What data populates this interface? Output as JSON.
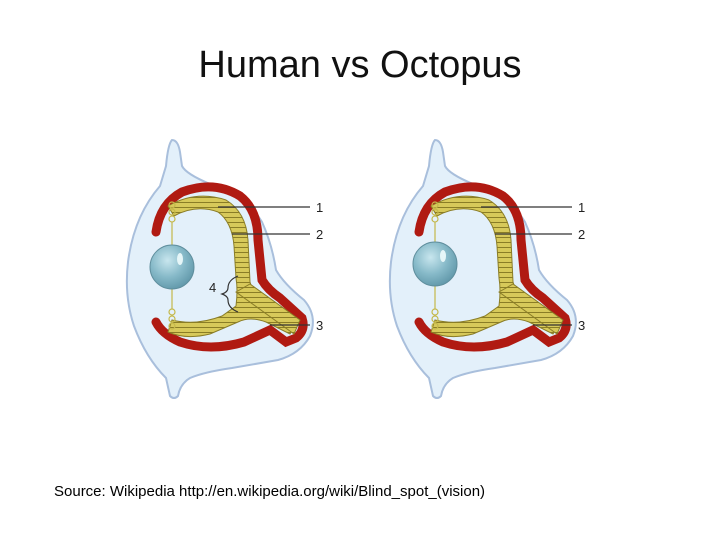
{
  "slide": {
    "title": "Human vs Octopus",
    "source": "Source: Wikipedia http://en.wikipedia.org/wiki/Blind_spot_(vision)"
  },
  "human_eye": {
    "labels": {
      "l1": "1",
      "l2": "2",
      "l3": "3",
      "l4": "4"
    }
  },
  "octopus_eye": {
    "labels": {
      "l1": "1",
      "l2": "2",
      "l3": "3"
    }
  },
  "colors": {
    "body": "#e3f0fa",
    "outline": "#a9bfdc",
    "choroid": "#b01a12",
    "retina": "#c4b84a",
    "lens": "#7fb2c2"
  }
}
